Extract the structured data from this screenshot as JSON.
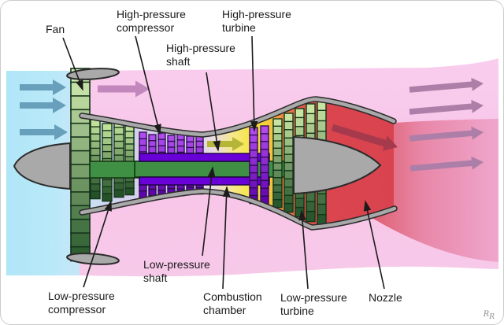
{
  "diagram": {
    "labels": {
      "fan": "Fan",
      "hp_compressor": "High-pressure\ncompressor",
      "hp_shaft": "High-pressure\nshaft",
      "hp_turbine": "High-pressure\nturbine",
      "lp_compressor": "Low-pressure\ncompressor",
      "lp_shaft": "Low-pressure\nshaft",
      "combustion_chamber": "Combustion\nchamber",
      "lp_turbine": "Low-pressure\nturbine",
      "nozzle": "Nozzle"
    },
    "signature_1": "R",
    "signature_2": "R",
    "colors": {
      "frame_border": "#cbcbcb",
      "intake_blue": "#b2e7f8",
      "bypass_pink": "#f8c5e8",
      "core_lavender": "#d3d0ed",
      "combustion_yellow": "#f6e53a",
      "turbine_orange": "#ee8040",
      "exhaust_red": "#d9434f",
      "structure_gray": "#a9a9a9",
      "structure_outline": "#2b2b2b",
      "fan_green_light": "#d7f0b5",
      "fan_green_dark": "#27582b",
      "compressor_purple_light": "#b44ff2",
      "compressor_purple_dark": "#5a00a8",
      "turbine_green_light": "#cfeaa8",
      "turbine_green_dark": "#1f5128",
      "shaft_green": "#3f8f44",
      "shaft_purple": "#6a00d8",
      "arrow_intake": "#68a0bc",
      "arrow_bypass": "#c287bd",
      "arrow_core": "#b5b637",
      "arrow_exhaust": "#a63a4c",
      "arrow_outlet": "#ad7fa8",
      "leader_line": "#1b1b1b",
      "label_text": "#1a1a1a"
    }
  }
}
